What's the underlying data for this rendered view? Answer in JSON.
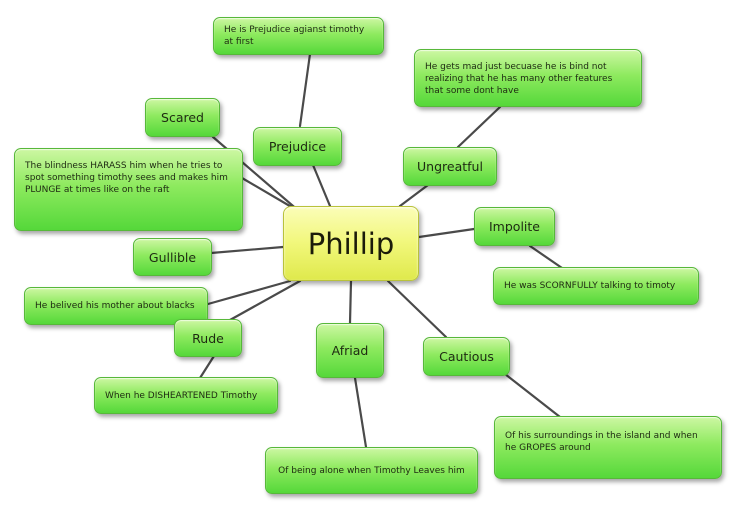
{
  "central": "Phillip",
  "traits": {
    "scared": "Scared",
    "prejudice": "Prejudice",
    "ungreatful": "Ungreatful",
    "impolite": "Impolite",
    "gullible": "Gullible",
    "rude": "Rude",
    "afriad": "Afriad",
    "cautious": "Cautious"
  },
  "notes": {
    "prejudice": "He is Prejudice agianst timothy at first",
    "ungreatful": "He gets mad just becuase he is bind not realizing that he has many other features that some dont have",
    "scared": "The blindness HARASS him when he tries to spot something timothy sees and makes him PLUNGE at times like on the raft",
    "impolite": "He was SCORNFULLY talking to timoty",
    "gullible": "He belived his mother about blacks",
    "rude": "When he DISHEARTENED Timothy",
    "afriad": "Of being alone when Timothy Leaves him",
    "cautious": "Of his surroundings in the island and when he GROPES around"
  },
  "colors": {
    "node_fill": "#8eea5f",
    "center_fill": "#f1f77a",
    "edge": "#4a4a4a"
  }
}
